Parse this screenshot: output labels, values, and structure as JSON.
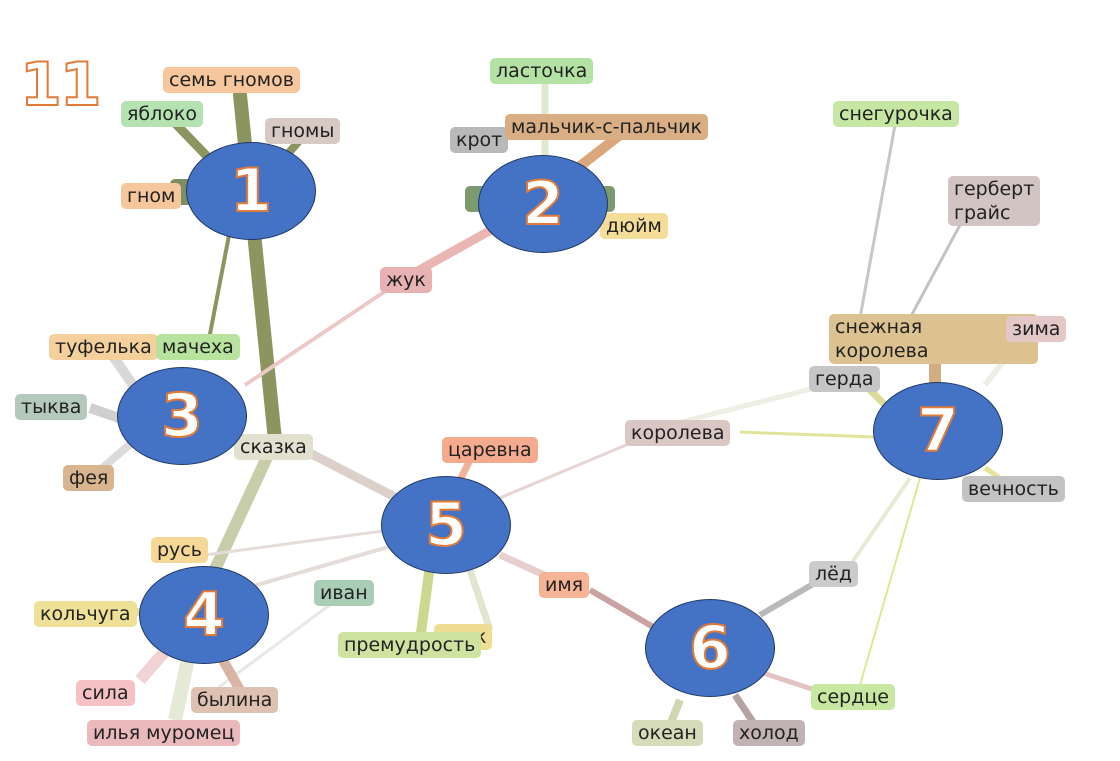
{
  "page_number": "11",
  "clusters": [
    "1",
    "2",
    "3",
    "4",
    "5",
    "6",
    "7"
  ],
  "words": [
    "семь гномов",
    "яблоко",
    "гномы",
    "гном",
    "ласточка",
    "крот",
    "мальчик-с-пальчик",
    "дюйм",
    "жук",
    "снегурочка",
    "герберт\nграйс",
    "снежная\nкоролева",
    "зима",
    "герда",
    "королева",
    "вечность",
    "туфелька",
    "мачеха",
    "тыква",
    "фея",
    "сказка",
    "царевна",
    "русь",
    "иван",
    "премудрость",
    "лиск",
    "имя",
    "кольчуга",
    "сила",
    "былина",
    "илья муромец",
    "лёд",
    "сердце",
    "океан",
    "холод"
  ],
  "colors": {
    "cluster_fill": "#4472c4",
    "number_outline": "#e07b3a"
  }
}
